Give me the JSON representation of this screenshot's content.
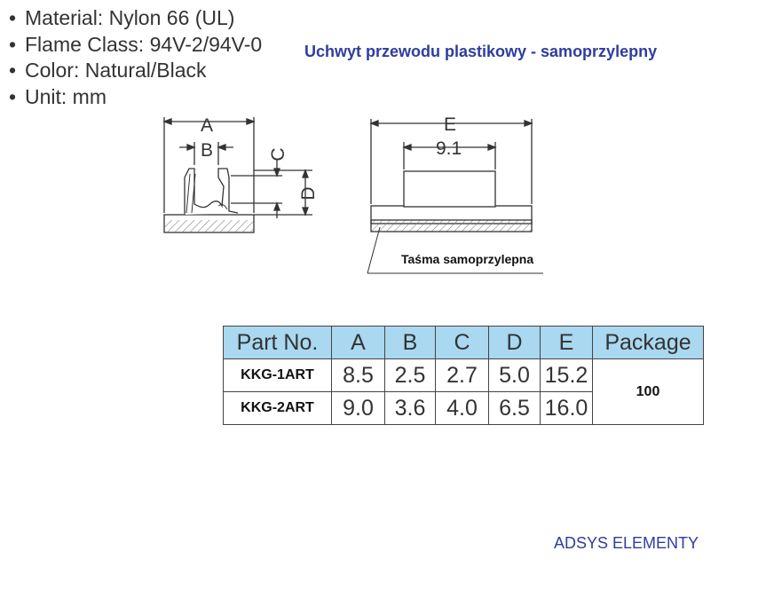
{
  "specs": [
    "Material: Nylon 66 (UL)",
    "Flame Class: 94V-2/94V-0",
    "Color: Natural/Black",
    "Unit: mm"
  ],
  "bullet": "•",
  "heading": "Uchwyt przewodu plastikowy - samoprzylepny",
  "diagram": {
    "side_labels": [
      "A",
      "B",
      "C",
      "D"
    ],
    "front_labels": [
      "E",
      "9.1"
    ],
    "tape_label": "Taśma samoprzylepna"
  },
  "table": {
    "headers": [
      "Part No.",
      "A",
      "B",
      "C",
      "D",
      "E",
      "Package"
    ],
    "rows": [
      {
        "part": "KKG-1ART",
        "values": [
          "8.5",
          "2.5",
          "2.7",
          "5.0",
          "15.2"
        ]
      },
      {
        "part": "KKG-2ART",
        "values": [
          "9.0",
          "3.6",
          "4.0",
          "6.5",
          "16.0"
        ]
      }
    ],
    "package": "100"
  },
  "footer": "ADSYS ELEMENTY"
}
